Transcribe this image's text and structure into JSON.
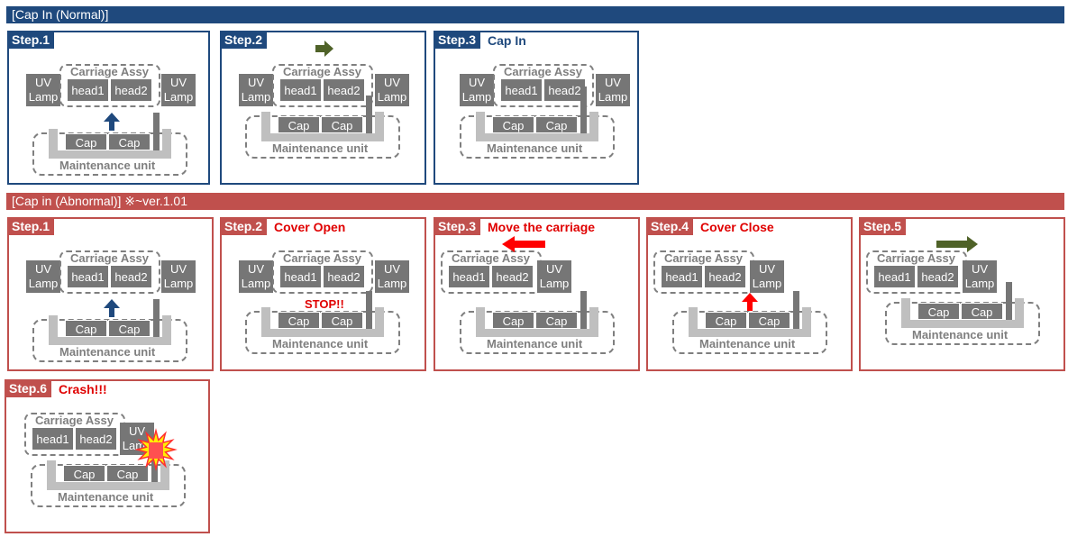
{
  "sections": {
    "normal_title": "[Cap In (Normal)]",
    "abnormal_title": "[Cap in (Abnormal)]   ※~ver.1.01"
  },
  "labels": {
    "uv_line1": "UV",
    "uv_line2": "Lamp",
    "head1": "head1",
    "head2": "head2",
    "cap": "Cap",
    "carriage": "Carriage Assy",
    "maintenance": "Maintenance unit",
    "stop": "STOP!!"
  },
  "normal_steps": [
    {
      "step": "Step.1",
      "caption": ""
    },
    {
      "step": "Step.2",
      "caption": ""
    },
    {
      "step": "Step.3",
      "caption": "Cap In"
    }
  ],
  "abnormal_steps": [
    {
      "step": "Step.1",
      "caption": ""
    },
    {
      "step": "Step.2",
      "caption": "Cover Open"
    },
    {
      "step": "Step.3",
      "caption": "Move the carriage"
    },
    {
      "step": "Step.4",
      "caption": "Cover Close"
    },
    {
      "step": "Step.5",
      "caption": ""
    },
    {
      "step": "Step.6",
      "caption": "Crash!!!"
    }
  ],
  "colors": {
    "normal": "#1f497d",
    "abnormal": "#c0504d",
    "alert_text": "#e00000",
    "arrow_green": "#4f6228",
    "arrow_blue": "#1f497d",
    "arrow_red": "#ff0000"
  },
  "icons": {
    "up_arrow": "up-arrow-icon",
    "right_arrow": "right-arrow-icon",
    "left_arrow": "left-arrow-icon",
    "explosion": "explosion-icon"
  }
}
